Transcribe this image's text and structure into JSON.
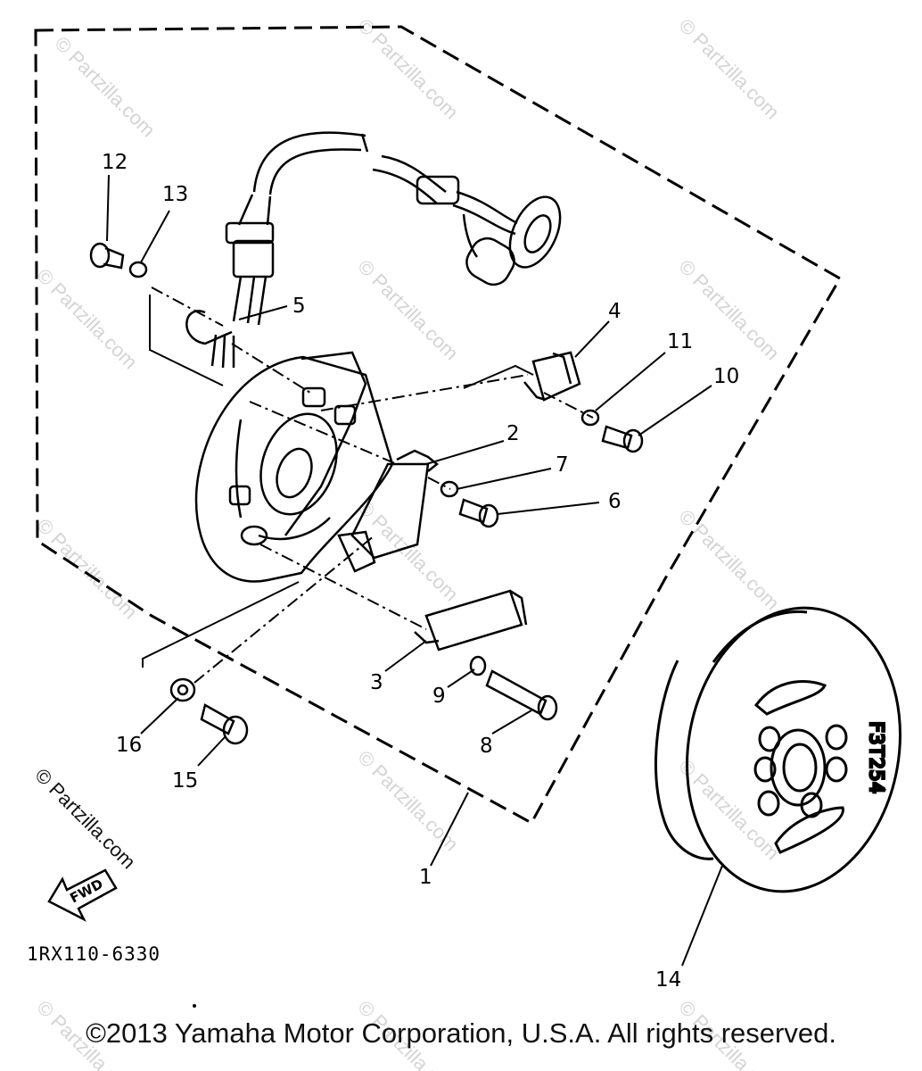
{
  "watermark": "© Partzilla.com",
  "side_watermark": "© Partzilla.com",
  "callouts": [
    {
      "id": "1",
      "label": "1"
    },
    {
      "id": "2",
      "label": "2"
    },
    {
      "id": "3",
      "label": "3"
    },
    {
      "id": "4",
      "label": "4"
    },
    {
      "id": "5",
      "label": "5"
    },
    {
      "id": "6",
      "label": "6"
    },
    {
      "id": "7",
      "label": "7"
    },
    {
      "id": "8",
      "label": "8"
    },
    {
      "id": "9",
      "label": "9"
    },
    {
      "id": "10",
      "label": "10"
    },
    {
      "id": "11",
      "label": "11"
    },
    {
      "id": "12",
      "label": "12"
    },
    {
      "id": "13",
      "label": "13"
    },
    {
      "id": "14",
      "label": "14"
    },
    {
      "id": "15",
      "label": "15"
    },
    {
      "id": "16",
      "label": "16"
    }
  ],
  "fwd_label": "FWD",
  "rotor_marking": "F3T254",
  "diagram_code": "1RX110-6330",
  "copyright": "©2013  Yamaha Motor Corporation, U.S.A. All rights reserved."
}
